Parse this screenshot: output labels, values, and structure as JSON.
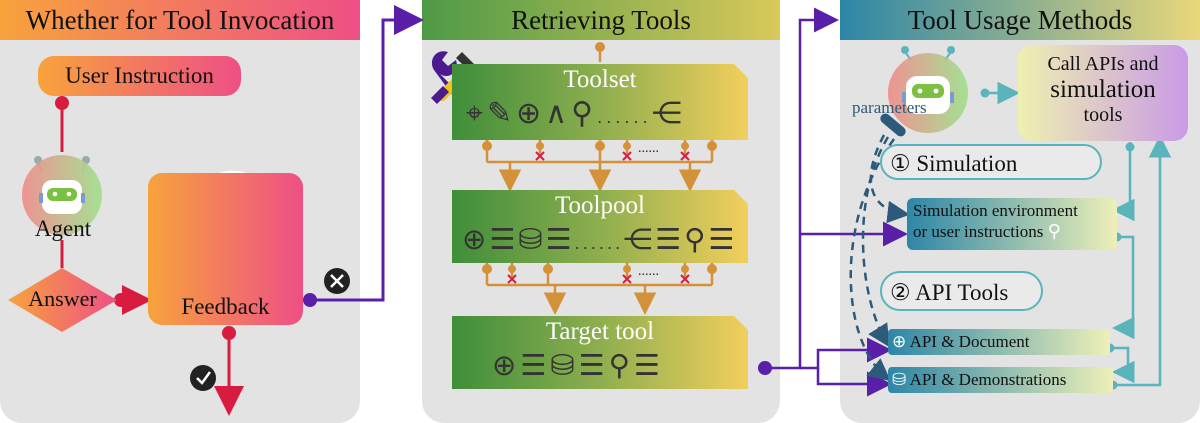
{
  "panels": {
    "left_title": "Whether for Tool Invocation",
    "middle_title": "Retrieving Tools",
    "right_title": "Tool Usage Methods"
  },
  "left": {
    "user_instruction": "User Instruction",
    "agent": "Agent",
    "answer": "Answer",
    "feedback": "Feedback",
    "feedback_mark": "!"
  },
  "middle": {
    "toolset": "Toolset",
    "toolpool": "Toolpool",
    "target_tool": "Target tool",
    "dots": "......"
  },
  "right": {
    "call_apis_line1": "Call APIs and",
    "call_apis_line2": "simulation",
    "call_apis_line3": "tools",
    "parameters": "parameters",
    "simulation": "① Simulation",
    "sim_env_line1": "Simulation environment",
    "sim_env_line2": "or user instructions",
    "api_tools": "② API Tools",
    "api_document": "API & Document",
    "api_demonstrations": "API & Demonstrations"
  },
  "colors": {
    "panel_bg": "#e3e3e3",
    "orange_pink_start": "#f7a33c",
    "orange_pink_end": "#ee4f86",
    "green_start": "#3f8e3a",
    "yellow_end": "#f2cf5c",
    "blue_start": "#2d86a7",
    "purple_arrow": "#5a1fa8",
    "red_dot": "#d81c3f",
    "teal": "#5ab4bc",
    "brown_line": "#d39239"
  }
}
